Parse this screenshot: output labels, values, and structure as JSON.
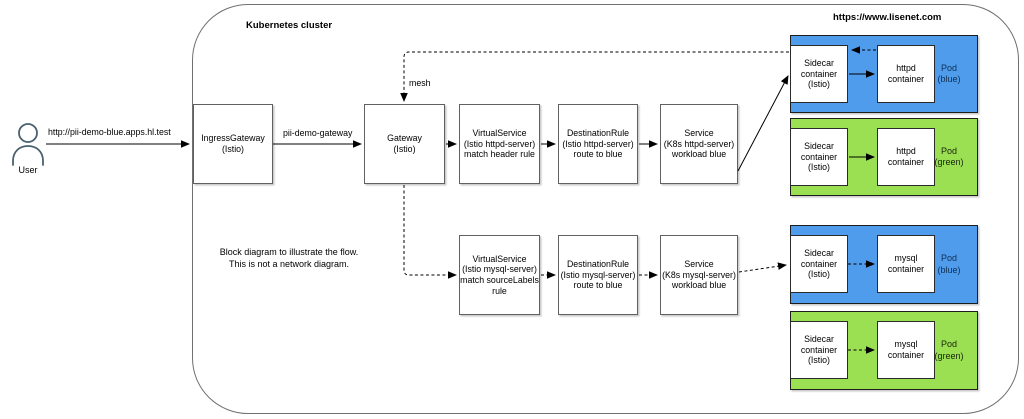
{
  "title": {
    "cluster": "Kubernetes cluster",
    "site": "https://www.lisenet.com"
  },
  "user": {
    "label": "User",
    "request_label": "http://pii-demo-blue.apps.hl.test"
  },
  "labels": {
    "gateway_edge": "pii-demo-gateway",
    "mesh": "mesh",
    "note": "Block diagram to illustrate the flow.\nThis is not a network diagram."
  },
  "boxes": {
    "ingress": "IngressGateway\n(Istio)",
    "gateway": "Gateway\n(Istio)",
    "vs_httpd": "VirtualService\n(Istio httpd-server)\nmatch header rule",
    "dr_httpd": "DestinationRule\n(Istio httpd-server)\nroute to blue",
    "svc_httpd": "Service\n(K8s httpd-server)\nworkload blue",
    "vs_mysql": "VirtualService\n(Istio mysql-server)\nmatch sourceLabels\nrule",
    "dr_mysql": "DestinationRule\n(Istio mysql-server)\nroute to blue",
    "svc_mysql": "Service\n(K8s mysql-server)\nworkload blue"
  },
  "pods": [
    {
      "sidecar": "Sidecar\ncontainer\n(Istio)",
      "app": "httpd\ncontainer",
      "label": "Pod\n(blue)"
    },
    {
      "sidecar": "Sidecar\ncontainer\n(Istio)",
      "app": "httpd\ncontainer",
      "label": "Pod\n(green)"
    },
    {
      "sidecar": "Sidecar\ncontainer\n(Istio)",
      "app": "mysql\ncontainer",
      "label": "Pod\n(blue)"
    },
    {
      "sidecar": "Sidecar\ncontainer\n(Istio)",
      "app": "mysql\ncontainer",
      "label": "Pod\n(green)"
    }
  ],
  "colors": {
    "pod_blue": "#4f9cec",
    "pod_green": "#9be052",
    "line": "#000000",
    "box_border": "#616161"
  }
}
